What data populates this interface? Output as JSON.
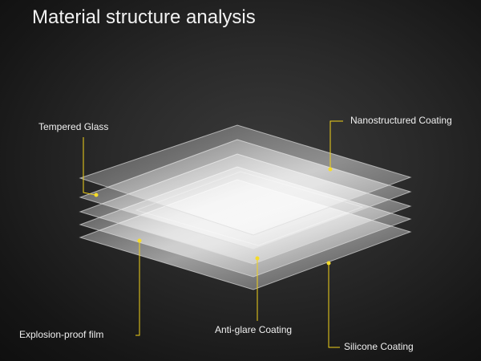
{
  "title": "Material structure analysis",
  "layers": {
    "tempered_glass": "Tempered Glass",
    "nanostructured_coating": "Nanostructured Coating",
    "explosion_proof_film": "Explosion-proof film",
    "anti_glare_coating": "Anti-glare Coating",
    "silicone_coating": "Silicone Coating"
  },
  "colors": {
    "leader_line": "#f2d21a",
    "background": "#222222",
    "text": "#f0f0f0"
  }
}
